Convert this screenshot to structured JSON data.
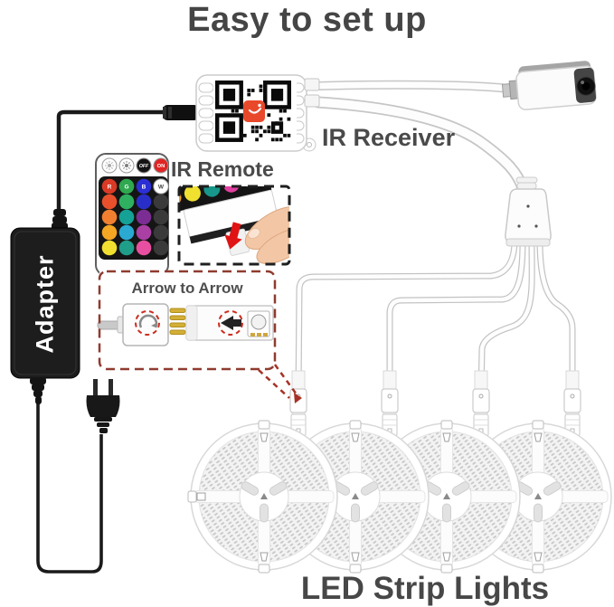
{
  "title": "Easy to set up",
  "annotations": {
    "ir_remote": "IR Remote",
    "ir_receiver": "IR Receiver",
    "arrow_to_arrow": "Arrow to  Arrow",
    "led_strip_lights": "LED Strip Lights",
    "adapter": "Adapter"
  },
  "remote": {
    "top_row": [
      {
        "icon": "brightness-down-icon",
        "bg": "#ffffff"
      },
      {
        "icon": "brightness-up-icon",
        "bg": "#ffffff"
      },
      {
        "label": "OFF",
        "bg": "#141414",
        "fg": "#ffffff"
      },
      {
        "label": "ON",
        "bg": "#e02424",
        "fg": "#ffffff"
      }
    ],
    "color_rows": [
      [
        {
          "label": "R",
          "bg": "#d93a25",
          "fg": "#ffffff"
        },
        {
          "label": "G",
          "bg": "#2fa84f",
          "fg": "#ffffff"
        },
        {
          "label": "B",
          "bg": "#2b2fd4",
          "fg": "#ffffff"
        },
        {
          "label": "W",
          "bg": "#ffffff",
          "fg": "#444444"
        }
      ],
      [
        {
          "bg": "#e8502c"
        },
        {
          "bg": "#2eb060"
        },
        {
          "bg": "#2a2ec8"
        },
        {
          "bg": "#3a3a3a"
        }
      ],
      [
        {
          "bg": "#f08030"
        },
        {
          "bg": "#15a195"
        },
        {
          "bg": "#7b2d94"
        },
        {
          "bg": "#3a3a3a"
        }
      ],
      [
        {
          "bg": "#f5a623"
        },
        {
          "bg": "#2aa9d2"
        },
        {
          "bg": "#aa3fa4"
        },
        {
          "bg": "#3a3a3a"
        }
      ],
      [
        {
          "bg": "#f2e030"
        },
        {
          "bg": "#1f9e8a"
        },
        {
          "bg": "#e84fa0"
        },
        {
          "bg": "#3a3a3a"
        }
      ]
    ]
  },
  "inset_tab_colors": [
    "#f0a020",
    "#f0e030",
    "#17968a",
    "#e040a0",
    "#2a2a2a"
  ],
  "qr": {
    "logo_color": "#e8492b"
  },
  "counts": {
    "led_reels": 4
  },
  "colors": {
    "label_text": "#4a4a4a",
    "red_dashed_highlight": "#8f3b30",
    "leader_red": "#a63227",
    "device_black": "#161616",
    "wire_white": "#fdfdfd",
    "wire_outline": "#c4c4c4",
    "gold_pin": "#d4af37"
  }
}
